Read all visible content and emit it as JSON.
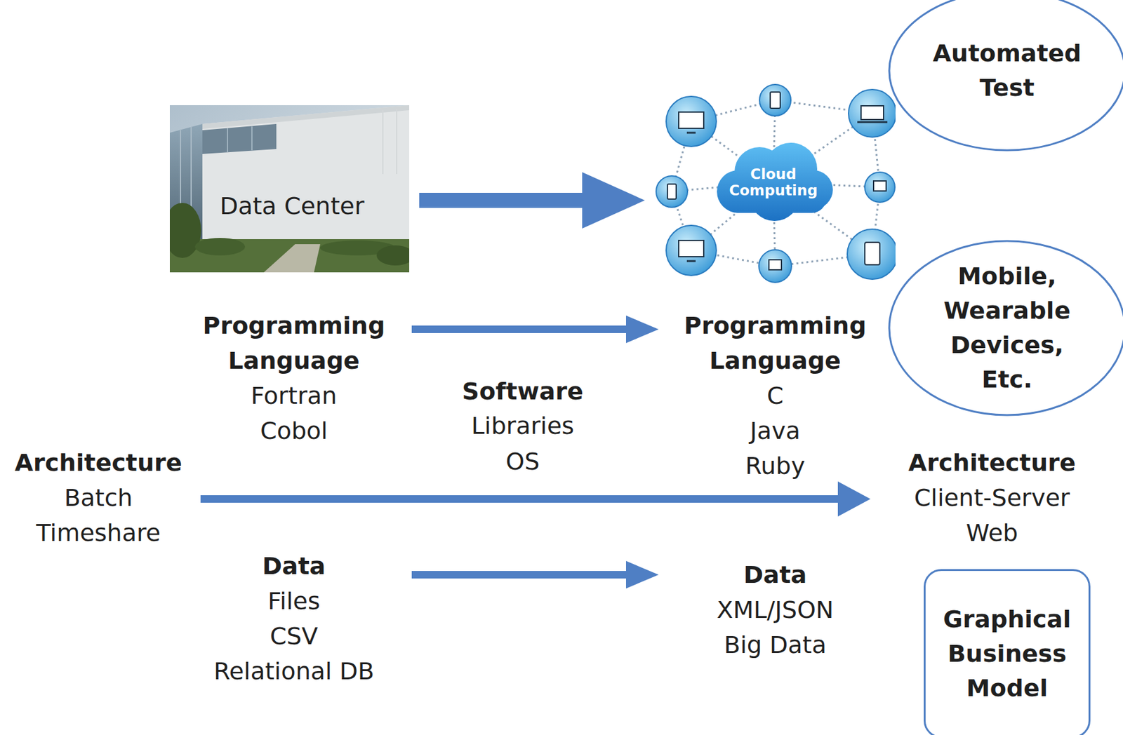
{
  "diagram": {
    "nodes": [
      {
        "text": [
          "Automated Test"
        ]
      },
      {
        "text": [
          "Data Center"
        ]
      },
      {
        "text": [
          "Cloud Computing"
        ]
      },
      {
        "text": [
          "Mobile, Wearable Devices, Etc."
        ]
      },
      {
        "text": [
          "Programming Language",
          "Fortran",
          "Cobol"
        ]
      },
      {
        "text": [
          "Programming Language",
          "C",
          "Java",
          "Ruby"
        ]
      },
      {
        "text": [
          "Architecture",
          "Batch",
          "Timeshare"
        ]
      },
      {
        "text": [
          "Architecture",
          "Client-Server",
          "Web"
        ]
      },
      {
        "text": [
          "Data",
          "Files",
          "CSV",
          "Relational DB"
        ]
      },
      {
        "text": [
          "Data",
          "XML/JSON",
          "Big Data"
        ]
      },
      {
        "text": [
          "Graphical Business Model"
        ]
      }
    ],
    "edges": [
      {
        "from": 1,
        "to": 2,
        "arrow": "to"
      },
      {
        "from": 4,
        "to": 5,
        "arrow": "to"
      },
      {
        "from": 6,
        "to": 7,
        "arrow": "to"
      },
      {
        "from": 8,
        "to": 9,
        "arrow": "to"
      }
    ],
    "labels": [
      "Software",
      "Libraries",
      "OS"
    ]
  }
}
